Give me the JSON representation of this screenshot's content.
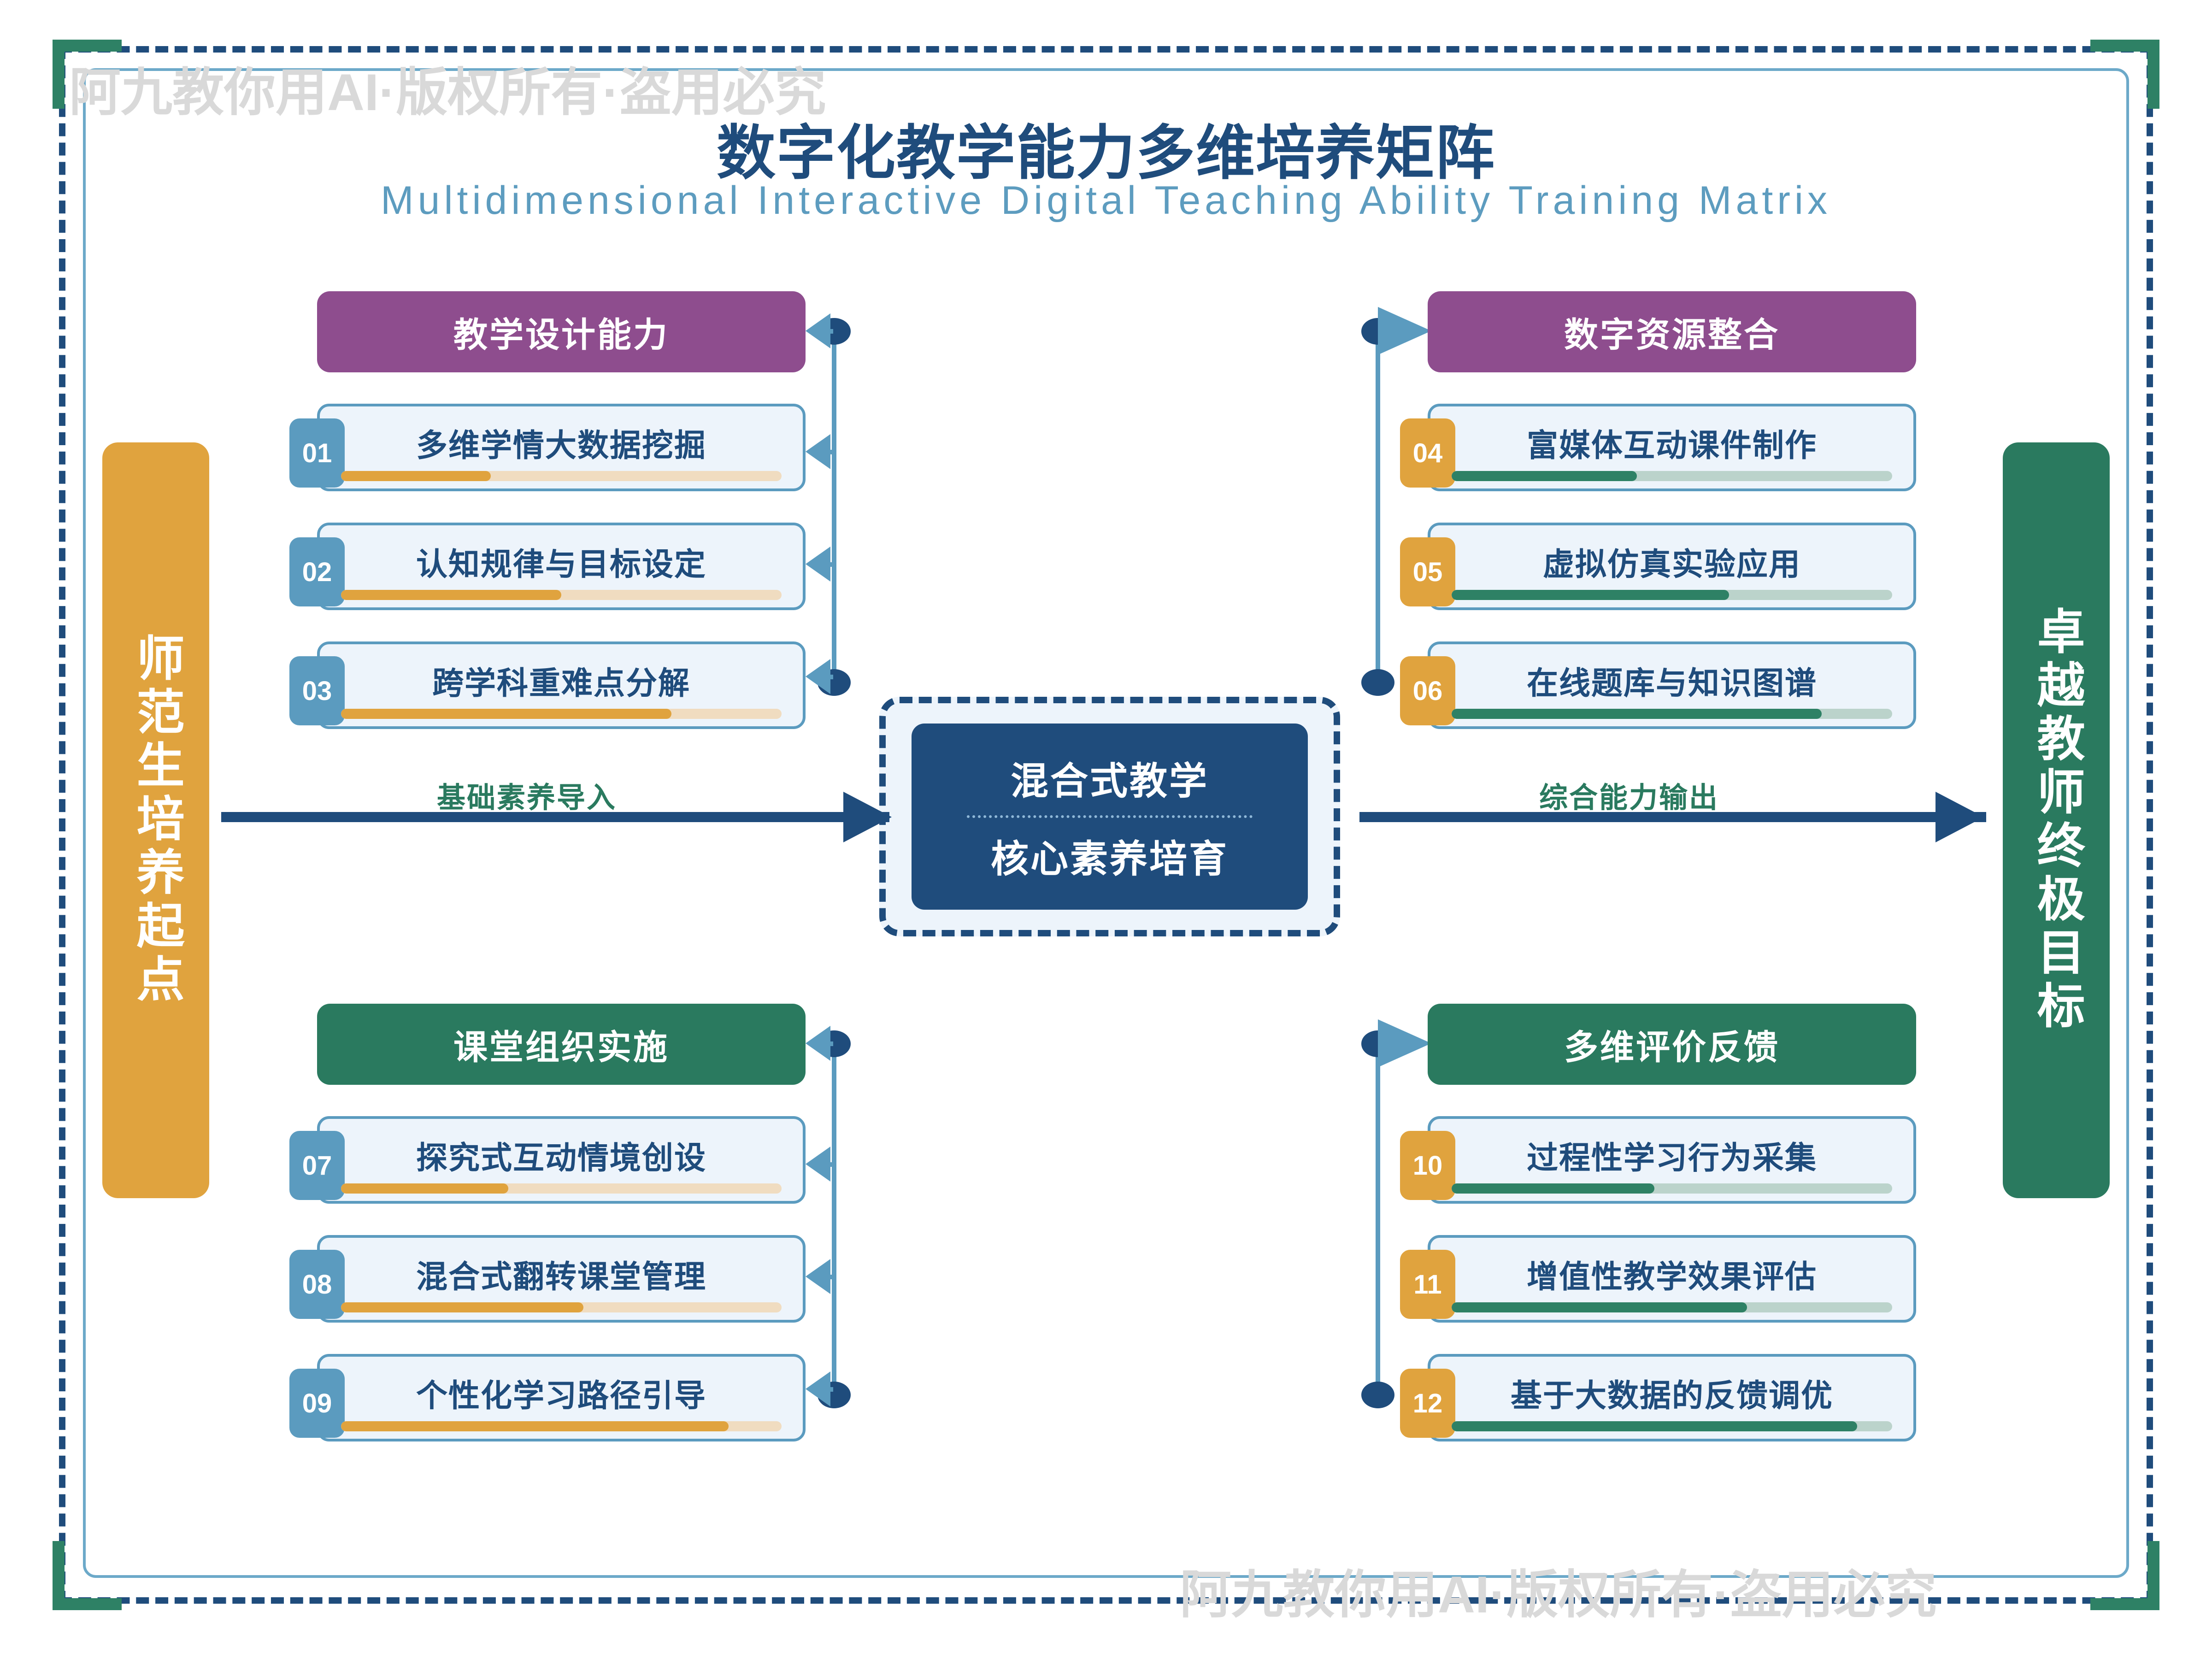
{
  "header": {
    "title": "数字化教学能力多维培养矩阵",
    "subtitle": "Multidimensional Interactive Digital Teaching Ability Training Matrix"
  },
  "watermark": {
    "text": "阿九教你用AI·版权所有·盗用必究"
  },
  "pillars": {
    "start": {
      "label": "师范生培养起点",
      "color": "#E0A33E"
    },
    "goal": {
      "label": "卓越教师终极目标",
      "color": "#2A7A5F"
    }
  },
  "center": {
    "line1": "混合式教学",
    "line2": "核心素养培育",
    "color": "#1F4C7C"
  },
  "flow": {
    "left_label": "基础素养导入",
    "right_label": "综合能力输出",
    "color": "#2A7A5F"
  },
  "groups": [
    {
      "id": "teaching-design",
      "header": "教学设计能力",
      "header_color": "#8E4D8E",
      "badge_color": "#5B9BBF",
      "bar_color": "#E0A33E",
      "items": [
        {
          "num": "01",
          "label": "多维学情大数据挖掘",
          "progress": 34
        },
        {
          "num": "02",
          "label": "认知规律与目标设定",
          "progress": 50
        },
        {
          "num": "03",
          "label": "跨学科重难点分解",
          "progress": 75
        }
      ]
    },
    {
      "id": "digital-resource",
      "header": "数字资源整合",
      "header_color": "#8E4D8E",
      "badge_color": "#E0A33E",
      "bar_color": "#2E8165",
      "items": [
        {
          "num": "04",
          "label": "富媒体互动课件制作",
          "progress": 42
        },
        {
          "num": "05",
          "label": "虚拟仿真实验应用",
          "progress": 63
        },
        {
          "num": "06",
          "label": "在线题库与知识图谱",
          "progress": 84
        }
      ]
    },
    {
      "id": "classroom-organization",
      "header": "课堂组织实施",
      "header_color": "#2A7A5F",
      "badge_color": "#5B9BBF",
      "bar_color": "#E0A33E",
      "items": [
        {
          "num": "07",
          "label": "探究式互动情境创设",
          "progress": 38
        },
        {
          "num": "08",
          "label": "混合式翻转课堂管理",
          "progress": 55
        },
        {
          "num": "09",
          "label": "个性化学习路径引导",
          "progress": 88
        }
      ]
    },
    {
      "id": "evaluation-feedback",
      "header": "多维评价反馈",
      "header_color": "#2A7A5F",
      "badge_color": "#E0A33E",
      "bar_color": "#2E8165",
      "items": [
        {
          "num": "10",
          "label": "过程性学习行为采集",
          "progress": 46
        },
        {
          "num": "11",
          "label": "增值性教学效果评估",
          "progress": 67
        },
        {
          "num": "12",
          "label": "基于大数据的反馈调优",
          "progress": 92
        }
      ]
    }
  ]
}
